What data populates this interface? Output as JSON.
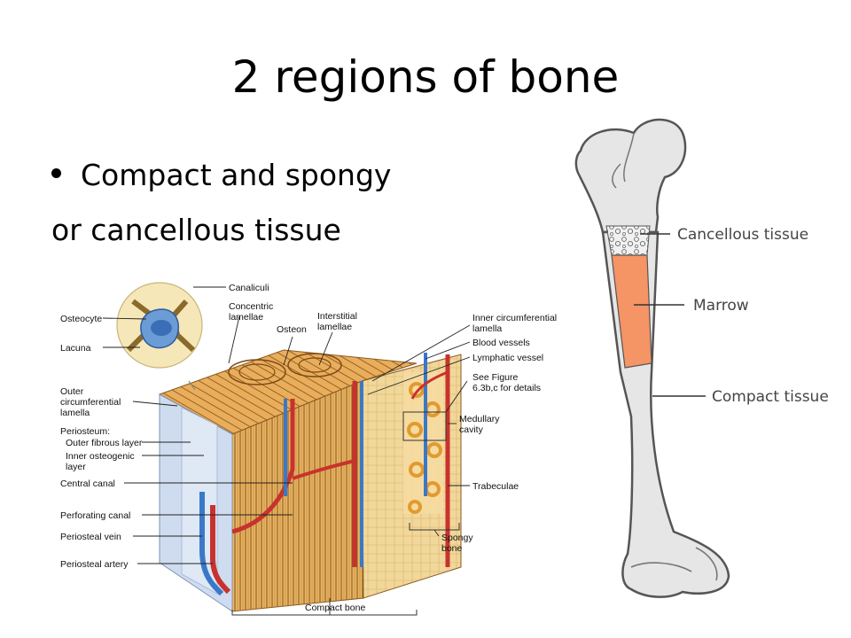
{
  "slide": {
    "title": "2 regions of bone",
    "bullet": "Compact and spongy",
    "bullet_cont": "or cancellous tissue"
  },
  "femur": {
    "labels": {
      "cancellous": "Cancellous tissue",
      "marrow": "Marrow",
      "compact": "Compact tissue"
    },
    "colors": {
      "marrow": "#f59465",
      "bone": "#e6e6e6"
    }
  },
  "block": {
    "labels": {
      "canaliculi": "Canaliculi",
      "osteocyte": "Osteocyte",
      "concentric1": "Concentric",
      "concentric2": "lamellae",
      "lacuna": "Lacuna",
      "osteon": "Osteon",
      "interstitial1": "Interstitial",
      "interstitial2": "lamellae",
      "inner_circ1": "Inner circumferential",
      "inner_circ2": "lamella",
      "blood_vessels": "Blood vessels",
      "lymphatic": "Lymphatic vessel",
      "see_fig1": "See Figure",
      "see_fig2": "6.3b,c for details",
      "outer_circ1": "Outer",
      "outer_circ2": "circumferential",
      "outer_circ3": "lamella",
      "periosteum": "Periosteum:",
      "outer_fibrous": "Outer fibrous layer",
      "inner_osteo1": "Inner osteogenic",
      "inner_osteo2": "layer",
      "medullary1": "Medullary",
      "medullary2": "cavity",
      "central_canal": "Central canal",
      "trabeculae": "Trabeculae",
      "perforating": "Perforating canal",
      "periosteal_vein": "Periosteal vein",
      "spongy1": "Spongy",
      "spongy2": "bone",
      "periosteal_artery": "Periosteal artery",
      "compact_bone": "Compact bone"
    },
    "colors": {
      "bone": "#e8b060",
      "vein": "#3a78c8",
      "artery": "#c8322d",
      "periosteum": "#cfdcef"
    }
  }
}
